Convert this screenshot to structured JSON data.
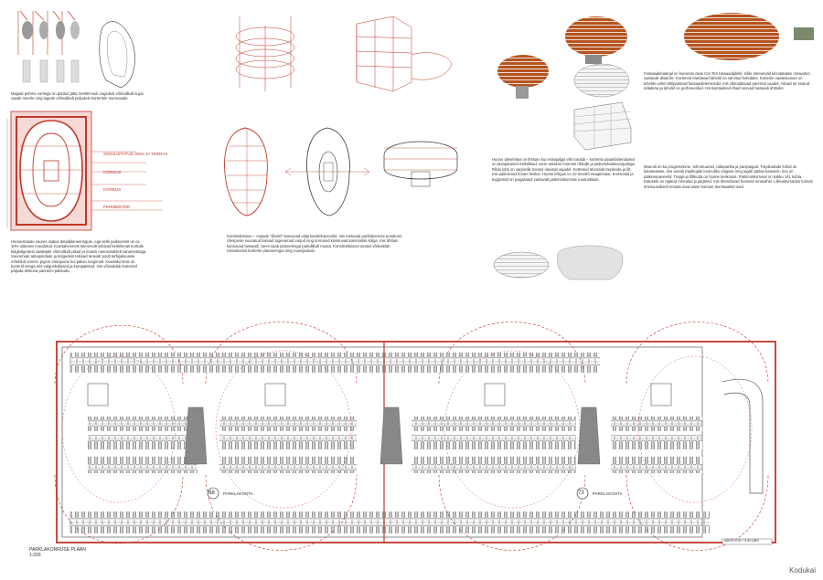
{
  "texts": {
    "top_left_caption": "Majade pehme vormiga on püütud jätta Vestlemnuli majadest võimalikult sujuv vaade merele ning lagede võimalikult paljudele kortertele merevaade.",
    "left_middle_paragraph": "Hoonestusalo suures osalus detailplaneeringule, ega selle paiknemist on ca 10% ulatuses muudetud. Kvartalivormist tulenevalt sobivad kesklinnas kortude külgkülgedest vaatlejale võimalikult pikad ja nüansi naeruväärselt vanametsaga. Suuremate aknapindade ja külgedest tekivad teravalt poolt tarbijalisusele mõeldud vormis, pigem elurajoone kui paksu tungimalt. Kvartalivormis on korterid seega eriti valgusküllased ja kompaktsed, mis võimaldab kortereid paljuda ühikuna paremini pakkuda.",
    "middle_paragraph": "Konstruktsioon – majade \"jõvast\" kaevavad välja kandekonsoolid, mis toetavad parklakorruse poodiumi. Ülespoole suunatud tekivad tugevamad varjud ning korrused kinnituvad konsoolide külge, mis ühtlasi kannavad fassaadi. Sees saab planeeringut paindlikult muuta. Konstruktsiooni avatus võimaldab mitmekesist korterite planeeringut ning ruumijaotust.",
    "right_upper_paragraph": "Fassaadimaterjal on kumeras osas Cor-Ten fassaadiplekk, mille elemendid kinnitatakse omavahel vastavalt disainile. Kortereid eraldavad tahvlid on värvitud heledaks. Korterite vaatesuunas on tahvlite vahel läbipaistvad fassaadielemendid, mis võimaldavad paremat vaadet. Aknad on seatud ridadena ja tahvlid on perforeeritud. Horisontaalsed ribad seovad fassaadi ühtseks.",
    "center_right_paragraph": "Hoone ülesehitus on lihtsam kui esmapilgul ehk tundub – korterite plaanilahendused on tavapärased ristkülikud, vorm antakse hoonele rõdude ja päikesekaitsevarjudega. Rõdu lohk on varjendik hoonel olevatel asjadel. Kortereid ühendab trepikoda ja lift, mis paiknevad hoone keskel. Hoone kõrgus on 22 meetrit maapinnast. Konsoolid ja tugipostid on paigutatud vastavalt parkimiskorruse ruudustikule.",
    "right_lower_paragraph": "Maa-ali on ka progressiivne, tehnoruumid, rattaparkla ja panipaigad. Trepikodade kohal on katusealuse, mis annab trepikojale loomuliku valguse ning tagab pääsu katusele, kus on päikesepaneelid. Treppi-ja liftikoda on hoone keskosas. Parkimiskorrusel on kokku 141 kohta. Katusele on rajatud rohealad ja jalgteed, mis ühendavad hooneid omavahel. Liikluskorraldus toimub ühesuunaliselt mööda maa-aluse korruse tsentraalset teed.",
    "plan_title": "PARKLAKORRUSE PLAAN",
    "plan_scale": "1:200",
    "brand": "Kodukai",
    "parking_left_num": "68",
    "parking_left_label": "PARKLAKOHTA",
    "parking_right_num": "73",
    "parking_right_label": "PARKLAKOHTA",
    "plan_level_tag": "ABSPOOD +3.80 ABS",
    "dim_labels": [
      "SOOJUSTATUD SEIN JA TERRAS",
      "KÕRGUS",
      "KORRUS",
      "PERIMEETER"
    ]
  },
  "colors": {
    "accent_red": "#c0392b",
    "rust": "#b5541f",
    "plan_line": "#444444"
  },
  "icons": [
    "eye-shape-icon",
    "parking-car-icon",
    "stair-icon"
  ]
}
